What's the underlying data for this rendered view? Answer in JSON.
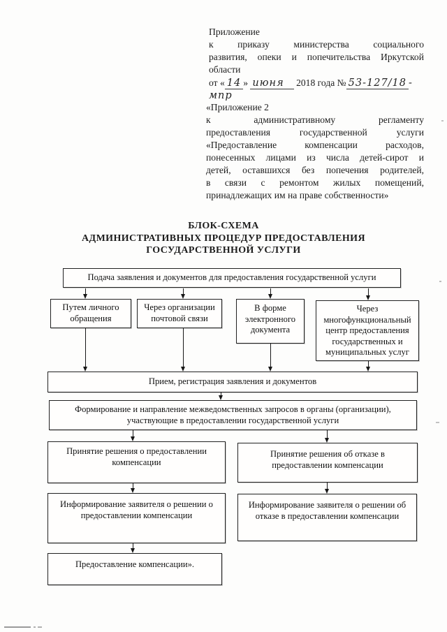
{
  "ink_color": "#1c1c1c",
  "annex_note": {
    "lines": [
      "Приложение",
      "к приказу министерства социального",
      "развития, опеки и попечительства Иркутской",
      "области"
    ],
    "date": {
      "prefix": "от «",
      "day": "14",
      "after_day": "» ",
      "month": "июня",
      "mid": " 2018 года №",
      "number": "53-127/18",
      "suffix": "-мпр"
    }
  },
  "annex2_note": {
    "lines": [
      "«Приложение 2",
      "к административному регламенту",
      "предоставления государственной услуги",
      "«Предоставление компенсации расходов,",
      "понесенных лицами из числа детей-сирот и",
      "детей, оставшихся без попечения родителей,",
      "в связи с ремонтом жилых помещений,",
      "принадлежащих им на праве собственности»"
    ]
  },
  "title": {
    "lines": [
      "БЛОК-СХЕМА",
      "АДМИНИСТРАТИВНЫХ ПРОЦЕДУР ПРЕДОСТАВЛЕНИЯ",
      "ГОСУДАРСТВЕННОЙ УСЛУГИ"
    ]
  },
  "flowchart": {
    "submission": "Подача заявления и документов для предоставления государственной услуги",
    "in_person": "Путем личного обращения",
    "postal": "Через организации почтовой связи",
    "electronic": "В форме электронного документа",
    "mfc": "Через многофункциональный центр предоставления государственных и муниципальных услуг",
    "reception": "Прием, регистрация заявления и документов",
    "interagency": "Формирование и направление межведомственных запросов в органы (организации), участвующие в предоставлении государственной услуги",
    "decision_grant": "Принятие решения о предоставлении компенсации",
    "decision_refusal": "Принятие решения об отказе в предоставлении компенсации",
    "inform_grant": "Информирование заявителя о решении о предоставлении компенсации",
    "inform_refusal": "Информирование заявителя о решении об отказе в предоставлении компенсации",
    "provision": "Предоставление компенсации»."
  }
}
